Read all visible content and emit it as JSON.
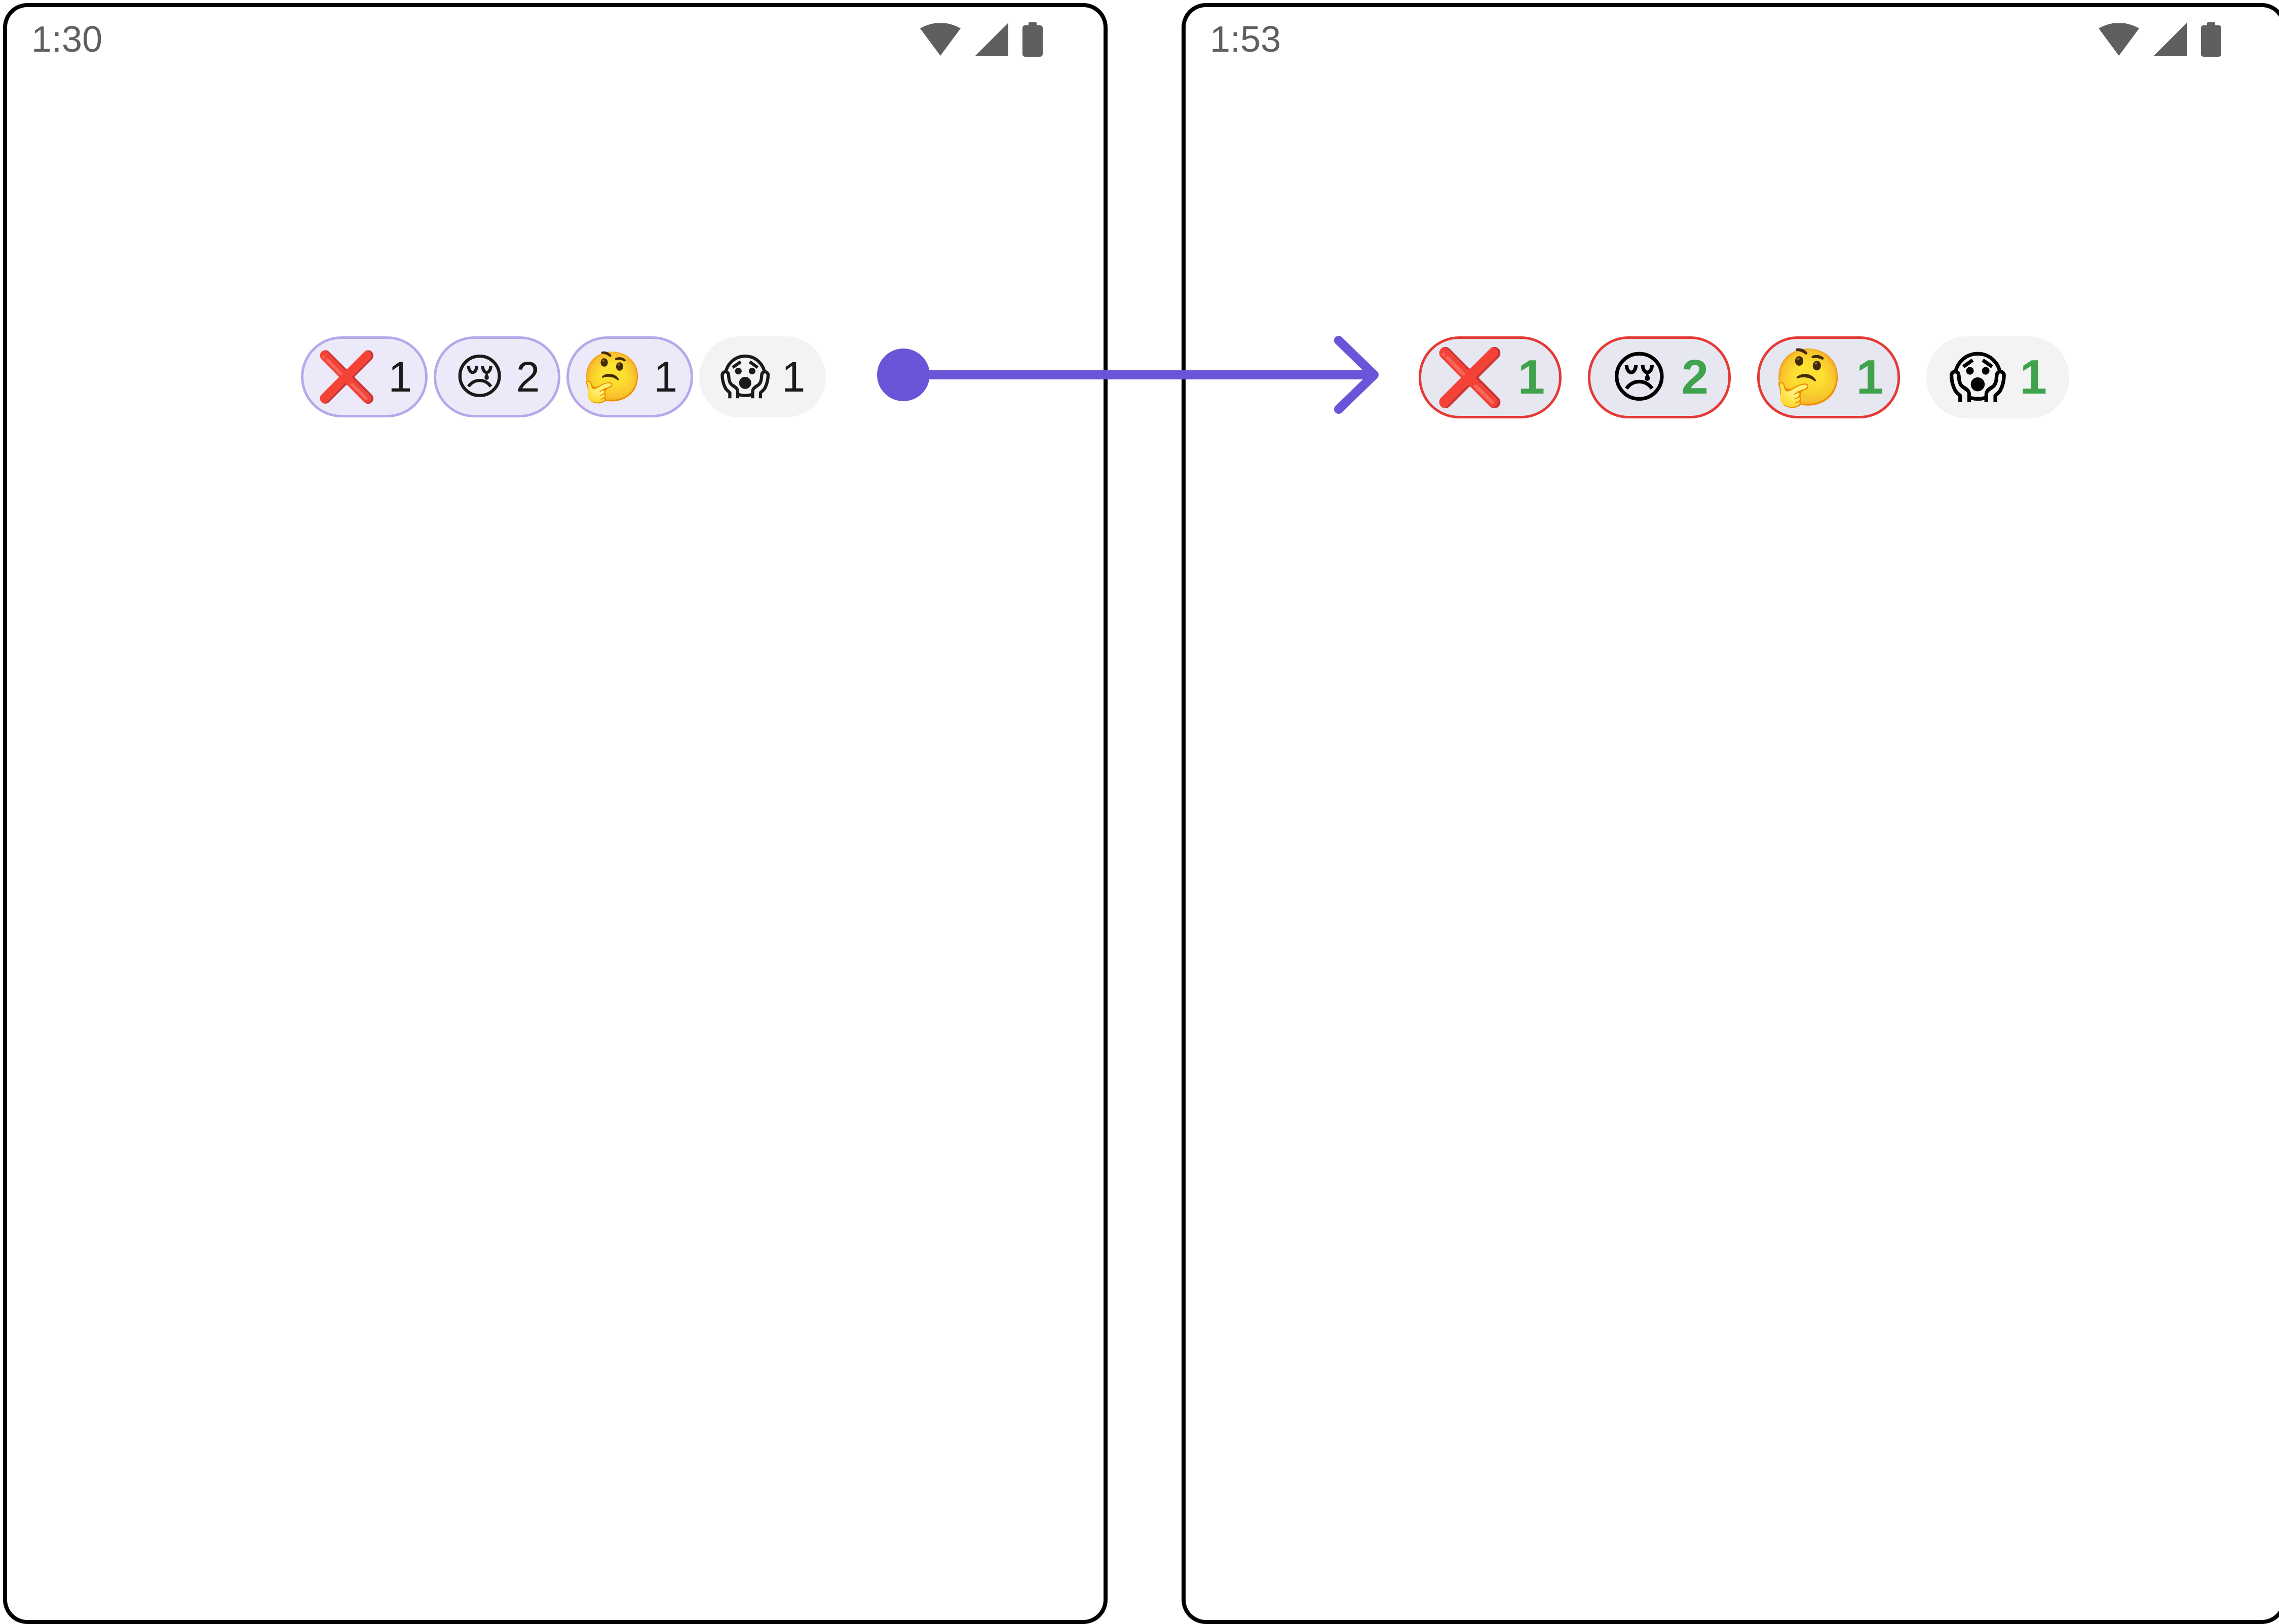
{
  "left_screen": {
    "status": {
      "time": "1:30"
    },
    "reactions": [
      {
        "emoji": "❌",
        "count": "1",
        "selected": true
      },
      {
        "emoji": "😢",
        "count": "2",
        "selected": true
      },
      {
        "emoji": "🤔",
        "count": "1",
        "selected": true
      },
      {
        "emoji": "😱",
        "count": "1",
        "selected": false
      }
    ]
  },
  "right_screen": {
    "status": {
      "time": "1:53"
    },
    "reactions": [
      {
        "emoji": "❌",
        "count": "1",
        "selected": true
      },
      {
        "emoji": "😢",
        "count": "2",
        "selected": true
      },
      {
        "emoji": "🤔",
        "count": "1",
        "selected": true
      },
      {
        "emoji": "😱",
        "count": "1",
        "selected": false
      }
    ]
  },
  "colors": {
    "left_selected_bg": "#eceaf8",
    "left_selected_border": "#b5a9ea",
    "left_unselected_bg": "#f3f3f3",
    "right_selected_bg": "#e6e7f0",
    "right_selected_border": "#e53935",
    "right_unselected_bg": "#f3f3f3",
    "right_count": "#3fa34d",
    "arrow": "#6a55d8",
    "status_icon": "#5f5f5f"
  }
}
